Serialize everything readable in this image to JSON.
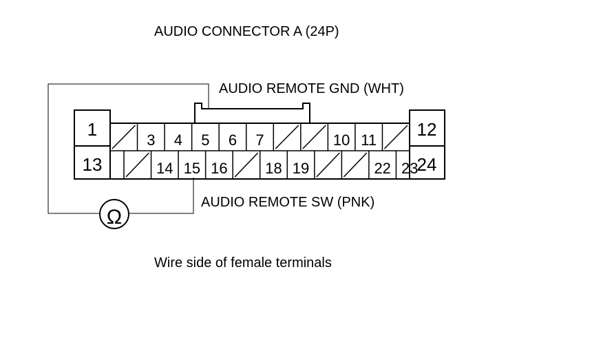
{
  "title": "AUDIO CONNECTOR A (24P)",
  "labels": {
    "gnd": "AUDIO REMOTE GND (WHT)",
    "sw": "AUDIO REMOTE SW (PNK)",
    "caption": "Wire side of female terminals",
    "ohm_symbol": "Ω"
  },
  "connector": {
    "end_pins": [
      "1",
      "13",
      "12",
      "24"
    ],
    "row1": [
      "",
      "3",
      "4",
      "5",
      "6",
      "7",
      "",
      "",
      "10",
      "11",
      ""
    ],
    "row2": [
      "",
      "14",
      "15",
      "16",
      "",
      "18",
      "19",
      "",
      "",
      "22",
      "23"
    ]
  },
  "meter": {
    "icon": "ohmmeter-icon"
  }
}
